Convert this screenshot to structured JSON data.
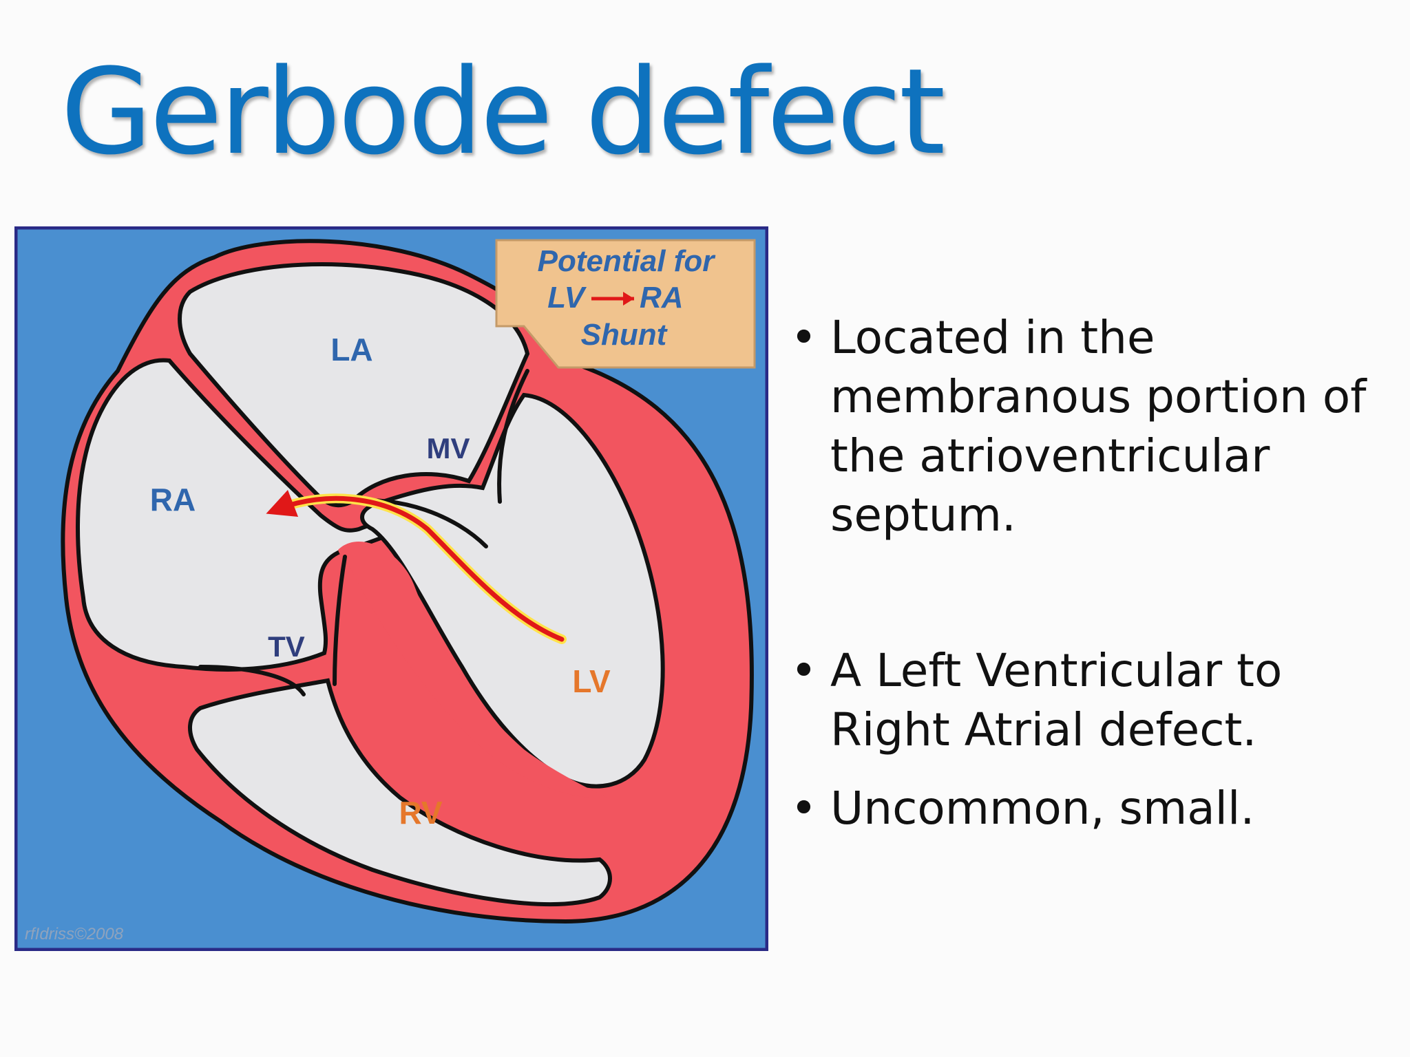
{
  "slide": {
    "title": "Gerbode defect"
  },
  "diagram": {
    "callout": {
      "line1": "Potential for",
      "line2_left": "LV",
      "line2_right": "RA",
      "line3": "Shunt"
    },
    "labels": {
      "la": "LA",
      "ra": "RA",
      "mv": "MV",
      "tv": "TV",
      "lv": "LV",
      "rv": "RV"
    },
    "copyright": "rfIdriss©2008",
    "colors": {
      "background": "#4a8fd0",
      "frame": "#2a2a86",
      "myocardium": "#f2555f",
      "chamber": "#e6e6e8",
      "callout_fill": "#f0c38e",
      "callout_text": "#2f66ad",
      "shunt_arrow": "#e01818",
      "shunt_glow": "#ffe34a",
      "label_blue": "#2f66ad",
      "label_orange": "#e5772b"
    }
  },
  "bullets": [
    "Located in the membranous portion of the atrioventricular septum.",
    "A  Left Ventricular to Right Atrial defect.",
    "Uncommon, small."
  ],
  "bullet_symbol": "•",
  "colors": {
    "title": "#0e72be",
    "text": "#111111"
  }
}
